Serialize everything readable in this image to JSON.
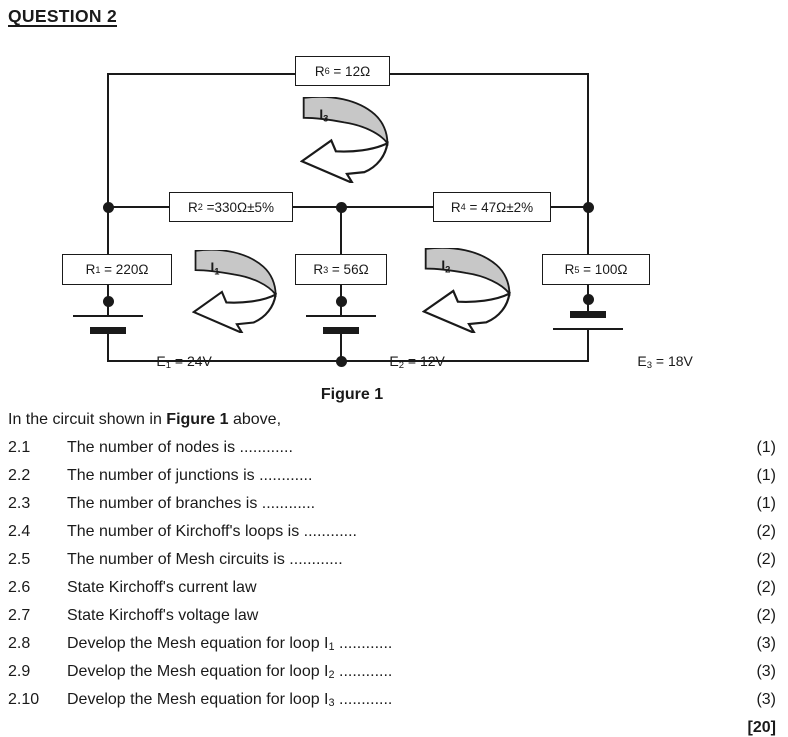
{
  "header": {
    "title": "QUESTION 2"
  },
  "colors": {
    "ink": "#1a1a1a",
    "arrow_fill": "#c7c7c7",
    "paper": "#ffffff"
  },
  "figure": {
    "caption": "Figure 1",
    "resistors": [
      {
        "prefix": "R",
        "sub": "6",
        "rest": " = 12Ω"
      },
      {
        "prefix": "R",
        "sub": "2",
        "rest": " =330Ω±5%"
      },
      {
        "prefix": "R",
        "sub": "4",
        "rest": " = 47Ω±2%"
      },
      {
        "prefix": "R",
        "sub": "1",
        "rest": " = 220Ω"
      },
      {
        "prefix": "R",
        "sub": "3",
        "rest": " = 56Ω"
      },
      {
        "prefix": "R",
        "sub": "5",
        "rest": " = 100Ω"
      }
    ],
    "sources": [
      {
        "prefix": "E",
        "sub": "1",
        "rest": " = 24V"
      },
      {
        "prefix": "E",
        "sub": "2",
        "rest": " = 12V"
      },
      {
        "prefix": "E",
        "sub": "3",
        "rest": " = 18V"
      }
    ],
    "loops": [
      {
        "prefix": "I",
        "sub": "3"
      },
      {
        "prefix": "I",
        "sub": "1"
      },
      {
        "prefix": "I",
        "sub": "2"
      }
    ]
  },
  "questions": {
    "intro": {
      "pre": "In the circuit shown in ",
      "bold": "Figure 1",
      "post": " above,"
    },
    "items": [
      {
        "num": "2.1",
        "pre": "The number of nodes is ............",
        "sub": "",
        "post": "",
        "marks": "(1)"
      },
      {
        "num": "2.2",
        "pre": "The number of junctions is ............",
        "sub": "",
        "post": "",
        "marks": "(1)"
      },
      {
        "num": "2.3",
        "pre": "The number of branches is ............",
        "sub": "",
        "post": "",
        "marks": "(1)"
      },
      {
        "num": "2.4",
        "pre": "The number of Kirchoff's loops is ............",
        "sub": "",
        "post": "",
        "marks": "(2)"
      },
      {
        "num": "2.5",
        "pre": "The number of Mesh circuits is ............",
        "sub": "",
        "post": "",
        "marks": "(2)"
      },
      {
        "num": "2.6",
        "pre": "State Kirchoff's current law",
        "sub": "",
        "post": "",
        "marks": "(2)"
      },
      {
        "num": "2.7",
        "pre": "State Kirchoff's voltage law",
        "sub": "",
        "post": "",
        "marks": "(2)"
      },
      {
        "num": "2.8",
        "pre": "Develop the Mesh equation for loop I",
        "sub": "1",
        "post": " ............",
        "marks": "(3)"
      },
      {
        "num": "2.9",
        "pre": "Develop the Mesh equation for loop I",
        "sub": "2",
        "post": " ............",
        "marks": "(3)"
      },
      {
        "num": "2.10",
        "pre": "Develop the Mesh equation for loop I",
        "sub": "3",
        "post": " ............",
        "marks": "(3)"
      }
    ],
    "total": "[20]"
  }
}
